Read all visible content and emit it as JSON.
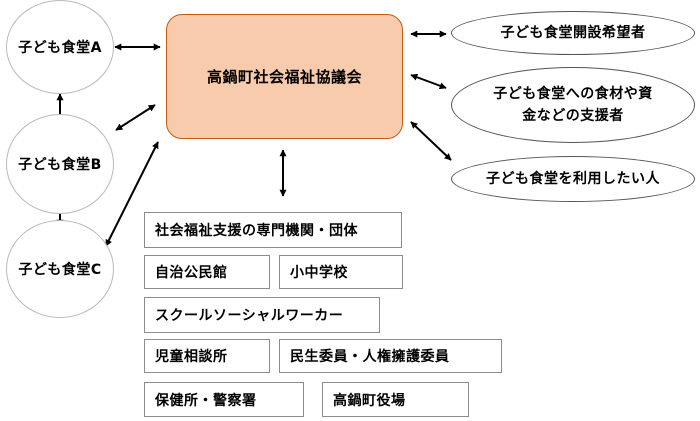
{
  "center": {
    "label": "高鍋町社会福祉協議会"
  },
  "cafeterias": [
    {
      "label": "子ども食堂A"
    },
    {
      "label": "子ども食堂B"
    },
    {
      "label": "子ども食堂C"
    }
  ],
  "stakeholders": [
    {
      "label": "子ども食堂開設希望者"
    },
    {
      "line1": "子ども食堂への食材や資",
      "line2": "金などの支援者"
    },
    {
      "label": "子ども食堂を利用したい人"
    }
  ],
  "organizations": [
    {
      "label": "社会福祉支援の専門機関・団体"
    },
    {
      "label": "自治公民館"
    },
    {
      "label": "小中学校"
    },
    {
      "label": "スクールソーシャルワーカー"
    },
    {
      "label": "児童相談所"
    },
    {
      "label": "民生委員・人権擁護委員"
    },
    {
      "label": "保健所・警察署"
    },
    {
      "label": "高鍋町役場"
    }
  ],
  "colors": {
    "center_fill": "#f8cbad",
    "center_border": "#c55a11",
    "arrow": "#000000"
  }
}
